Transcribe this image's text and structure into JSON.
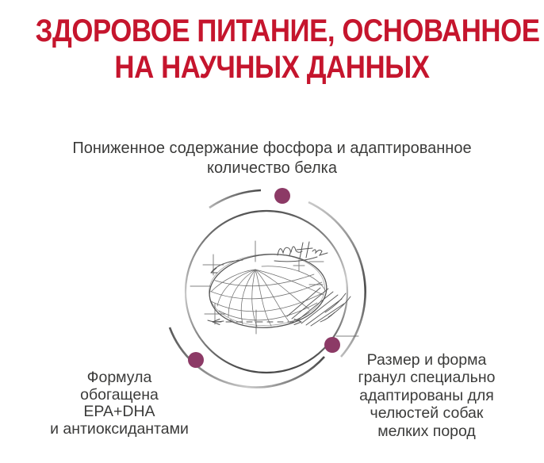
{
  "theme": {
    "background": "#ffffff",
    "heading_red": "#C5152D",
    "text_dark": "#3B3B3A",
    "dot_color": "#8C3A66",
    "arc_dark": "#4A4A4A",
    "arc_light": "#C9C9C9",
    "sketch_stroke": "#565656"
  },
  "heading": {
    "line1": "ЗДОРОВОЕ ПИТАНИЕ, ОСНОВАННОЕ",
    "line2": "НА НАУЧНЫХ ДАННЫХ"
  },
  "callouts": {
    "top": {
      "lines": [
        "Пониженное содержание фосфора и адаптированное",
        "количество белка"
      ]
    },
    "bottom_left": {
      "lines": [
        "Формула",
        "обогащена",
        "EPA+DHA",
        "и антиоксидантами"
      ]
    },
    "bottom_right": {
      "lines": [
        "Размер и форма",
        "гранул специально",
        "адаптированы для",
        "челюстей собак",
        "мелких пород"
      ]
    }
  },
  "graphic": {
    "subject": "kibble-technical-sketch",
    "markers": [
      "top",
      "bottom-left",
      "right"
    ]
  }
}
